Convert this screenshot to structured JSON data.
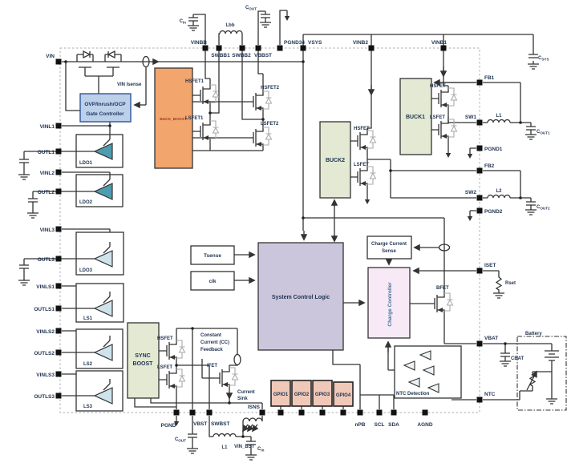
{
  "colors": {
    "label-navy": "#1f3250",
    "wire": "#333333",
    "block-blue": "#bdd0e9",
    "block-blue-border": "#2f5597",
    "block-orange": "#f2a56d",
    "block-green": "#e3e9d3",
    "block-purple": "#ccc6dd",
    "block-pink": "#f8e9f6",
    "block-salmon": "#efc8b8",
    "tri-teal": "#4e9cb0",
    "tri-light": "#cfe3eb",
    "charge-text": "#41719c",
    "buckboost-text": "#9e3a26"
  },
  "labels": {
    "vin": "VIN",
    "vinbb": "VINBB",
    "swbb1": "SWBB1",
    "swbb2": "SWBB2",
    "vbbst": "VBBST",
    "pgnd34": "PGND34",
    "vsys": "VSYS",
    "vinb2": "VINB2",
    "vinb1": "VINB1",
    "vinl1": "VINL1",
    "outl1": "OUTL1",
    "vinl2": "VINL2",
    "outl2": "OUTL2",
    "vinl3": "VINL3",
    "outl3": "OUTL3",
    "vinls1": "VINLS1",
    "outls1": "OUTLS1",
    "vinls2": "VINLS2",
    "outls2": "OUTLS2",
    "vinls3": "VINLS3",
    "outls3": "OUTLS3",
    "fb1": "FB1",
    "sw1": "SW1",
    "pgnd1": "PGND1",
    "fb2": "FB2",
    "sw2": "SW2",
    "pgnd2": "PGND2",
    "iset": "ISET",
    "vbat": "VBAT",
    "ntc": "NTC",
    "pgnd": "PGND",
    "vbst": "VBST",
    "swbst": "SWBST",
    "isns": "ISNS",
    "npb": "nPB",
    "scl": "SCL",
    "sda": "SDA",
    "agnd": "AGND",
    "vin_isense": "VIN Isense",
    "ovp1": "OVP/Inrush/OCP",
    "ovp2": "Gate Controller",
    "buck_boost": "BUCK_BOOST",
    "hsfet1": "HSFET1",
    "lsfet1": "LSFET1",
    "hsfet2": "HSFET2",
    "lsfet2": "LSFET2",
    "buck1": "BUCK1",
    "b1_hsfet": "HSFET",
    "b1_lsfet": "LSFET",
    "buck2": "BUCK2",
    "b2_hsfet": "HSFET",
    "b2_lsfet": "LSFET",
    "tsense": "Tsense",
    "clk": "clk",
    "sys_ctrl": "System Control Logic",
    "ccs1": "Charge Current",
    "ccs2": "Sense",
    "charge_ctrl": "Charge Controller",
    "bfet": "BFET",
    "ntc_det": "NTC Detection",
    "sync1": "SYNC",
    "sync2": "BOOST",
    "bst_hsfet": "HSFET",
    "bst_lsfet": "LSFET",
    "cc1": "Constant",
    "cc2": "Current (CC)",
    "cc3": "Feedback",
    "ifet": "IFET",
    "cs1": "Current",
    "cs2": "Sink",
    "ldo1": "LDO1",
    "ldo2": "LDO2",
    "ldo3": "LDO3",
    "ls1": "LS1",
    "ls2": "LS2",
    "ls3": "LS3",
    "gpio1": "GPIO1",
    "gpio2": "GPIO2",
    "gpio3": "GPIO3",
    "gpio4": "GPIO4",
    "lbb": "Lbb",
    "l1_top": "L1",
    "l2": "L2",
    "l1_bot": "L1",
    "vin_bst": "VIN_BST",
    "rset": "Rset",
    "cbat": "CBAT",
    "battery": "Battery"
  },
  "caps": {
    "cin_top": {
      "t": "C",
      "s": "in"
    },
    "cout_top": {
      "t": "C",
      "s": "OUT"
    },
    "csys": {
      "t": "C",
      "s": "SYS"
    },
    "cout1": {
      "t": "C",
      "s": "OUT1"
    },
    "cout2": {
      "t": "C",
      "s": "OUT2"
    },
    "cout_bot": {
      "t": "C",
      "s": "OUT"
    },
    "cin_bot": {
      "t": "C",
      "s": "in"
    }
  }
}
